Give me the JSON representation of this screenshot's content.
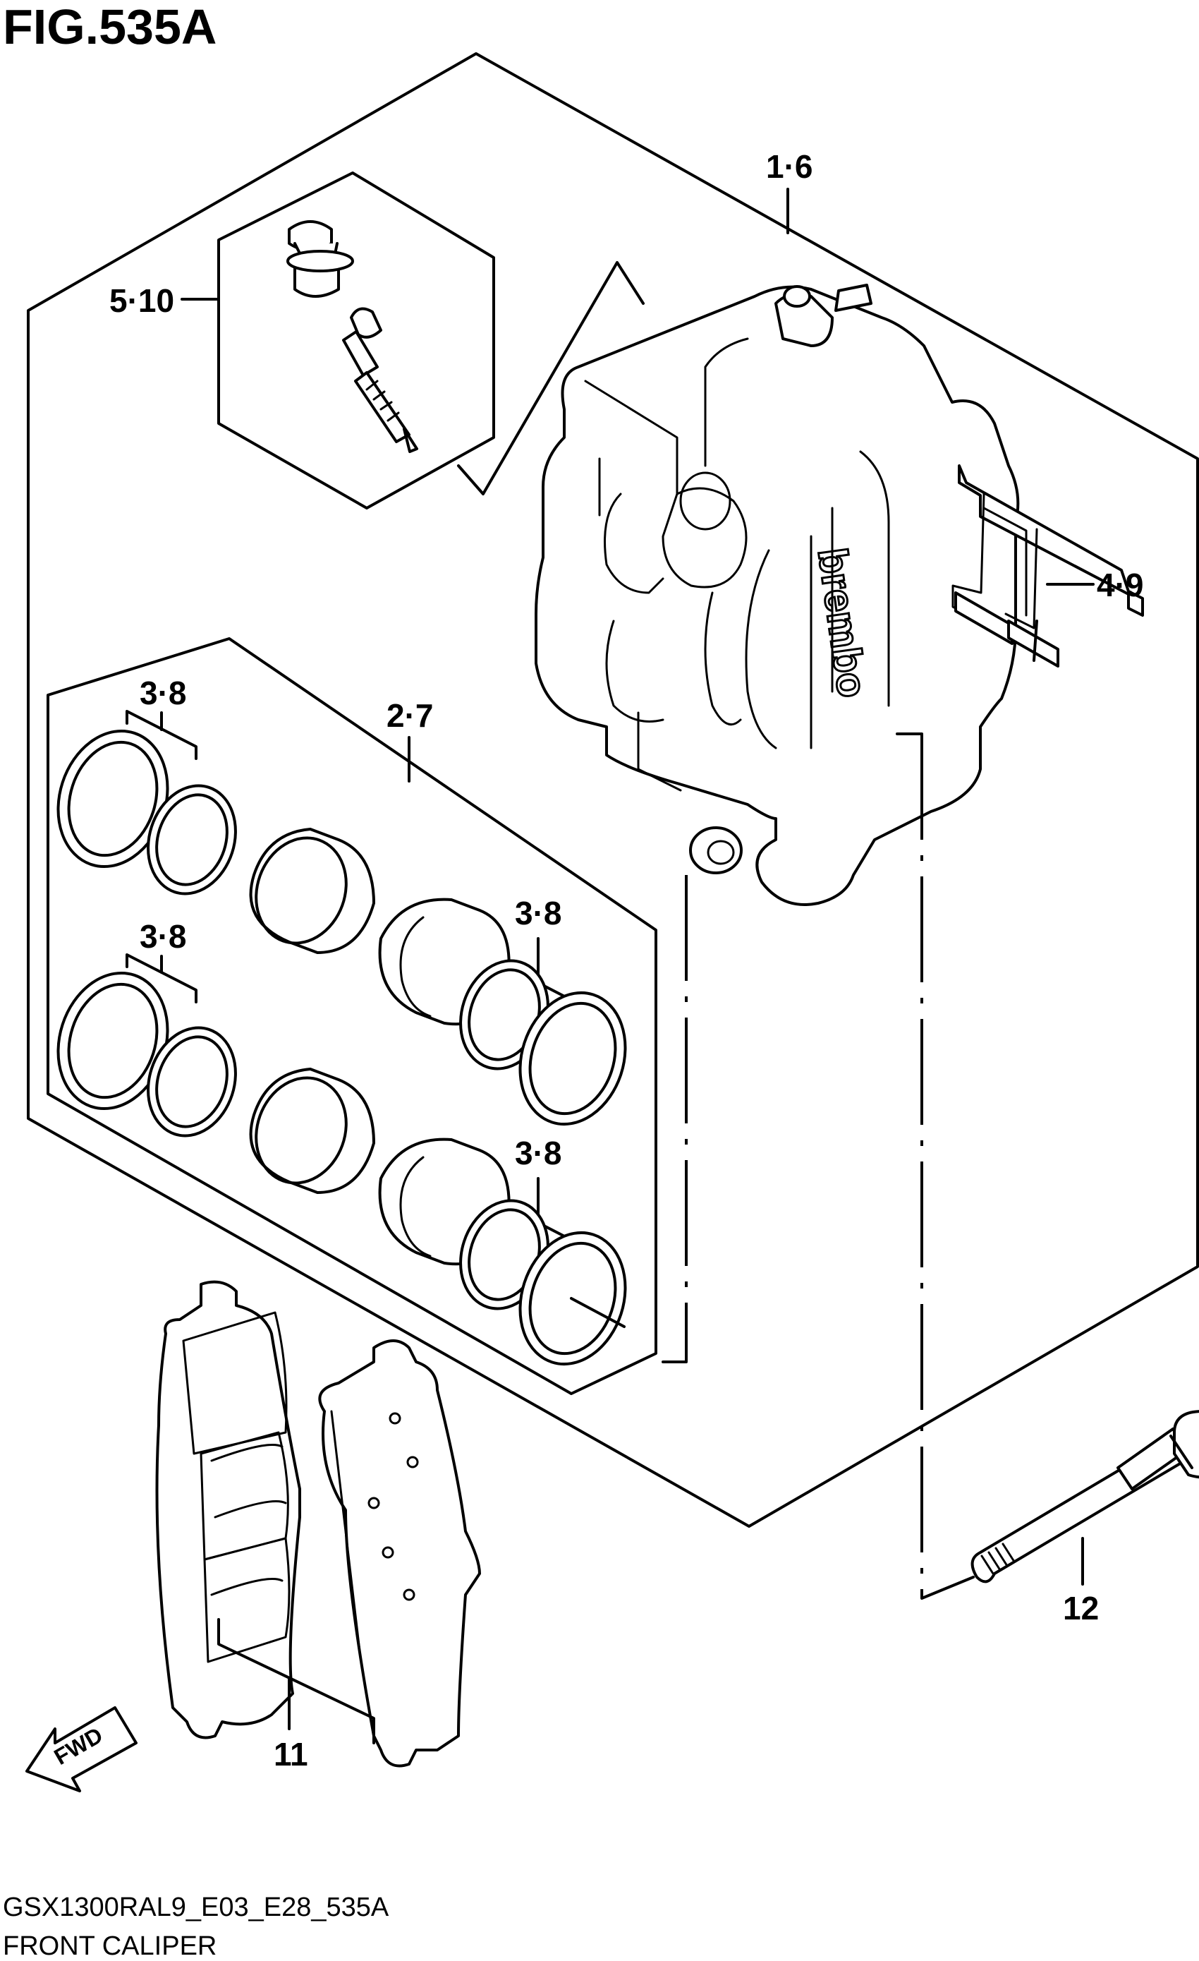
{
  "figure_title": "FIG.535A",
  "footer": {
    "code": "GSX1300RAL9_E03_E28_535A",
    "caption": "FRONT CALIPER"
  },
  "brand_mark": "brembo",
  "fwd_label": "FWD",
  "callouts": {
    "c_1_6": "1·6",
    "c_5_10": "5·10",
    "c_4_9": "4·9",
    "c_3_8_a": "3·8",
    "c_2_7": "2·7",
    "c_3_8_b": "3·8",
    "c_3_8_c": "3·8",
    "c_3_8_d": "3·8",
    "c_11": "11",
    "c_12": "12"
  }
}
